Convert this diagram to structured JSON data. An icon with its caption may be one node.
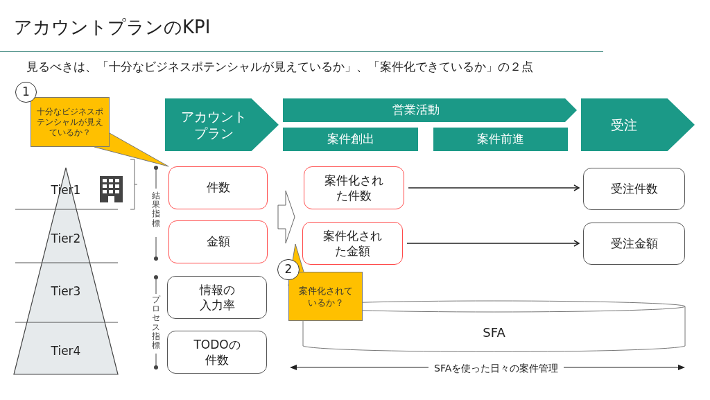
{
  "diagram": {
    "title": "アカウントプランのKPI",
    "nodes": [
      {
        "text": [
          "アカウントプラン"
        ]
      },
      {
        "text": [
          "営業活動"
        ]
      },
      {
        "text": [
          "案件創出"
        ]
      },
      {
        "text": [
          "案件前進"
        ]
      },
      {
        "text": [
          "受注"
        ]
      },
      {
        "text": [
          "十分なビジネスポテンシャルが見えているか？"
        ]
      },
      {
        "text": [
          "1"
        ]
      },
      {
        "text": [
          "件数"
        ]
      },
      {
        "text": [
          "金額"
        ]
      },
      {
        "text": [
          "情報の入力率"
        ]
      },
      {
        "text": [
          "TODOの件数"
        ]
      },
      {
        "text": [],
        "shape": "arrow"
      },
      {
        "text": [
          "案件化された件数"
        ]
      },
      {
        "text": [
          "案件化された金額"
        ]
      },
      {
        "text": [
          "受注件数"
        ]
      },
      {
        "text": [
          "受注金額"
        ]
      },
      {
        "text": [
          "2"
        ]
      },
      {
        "text": [
          "案件化されているか？"
        ]
      },
      {
        "text": [
          "SFA"
        ]
      }
    ],
    "edges": [
      {
        "from": 5,
        "to": 7,
        "arrow": "none"
      },
      {
        "from": 17,
        "to": 11,
        "arrow": "none"
      },
      {
        "from": 12,
        "to": 14,
        "arrow": "to"
      },
      {
        "from": 13,
        "to": 15,
        "arrow": "to"
      }
    ],
    "labels": [
      "見るべきは、「十分なビジネスポテンシャルが見えているか」、「案件化できているか」の２点",
      "Tier1",
      "Tier2",
      "Tier3",
      "Tier4",
      "結果指標",
      "プロセス指標",
      "SFAを使った日々の案件管理"
    ]
  }
}
